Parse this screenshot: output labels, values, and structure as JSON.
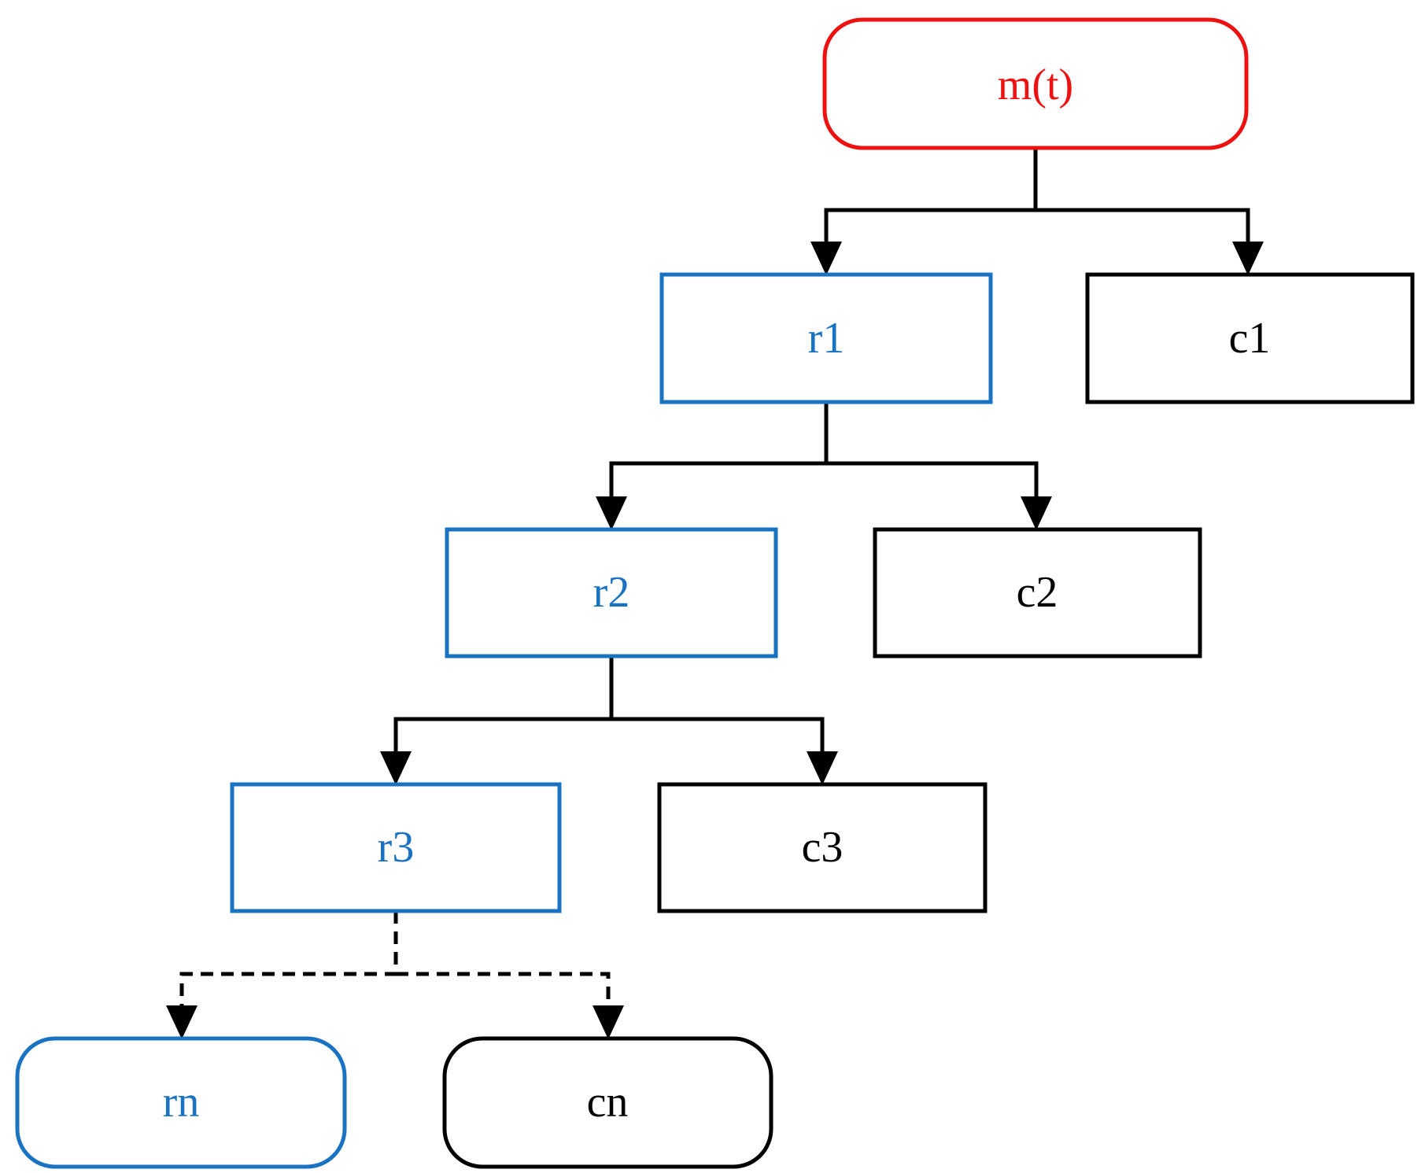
{
  "colors": {
    "root": "#ee1111",
    "residue": "#1a73c2",
    "component": "#000000",
    "connector": "#000000",
    "background": "#ffffff"
  },
  "diagram": {
    "root": {
      "label": "m(t)"
    },
    "levels": [
      {
        "residue": "r1",
        "component": "c1"
      },
      {
        "residue": "r2",
        "component": "c2"
      },
      {
        "residue": "r3",
        "component": "c3"
      },
      {
        "residue": "rn",
        "component": "cn",
        "connector_style": "dashed"
      }
    ]
  }
}
